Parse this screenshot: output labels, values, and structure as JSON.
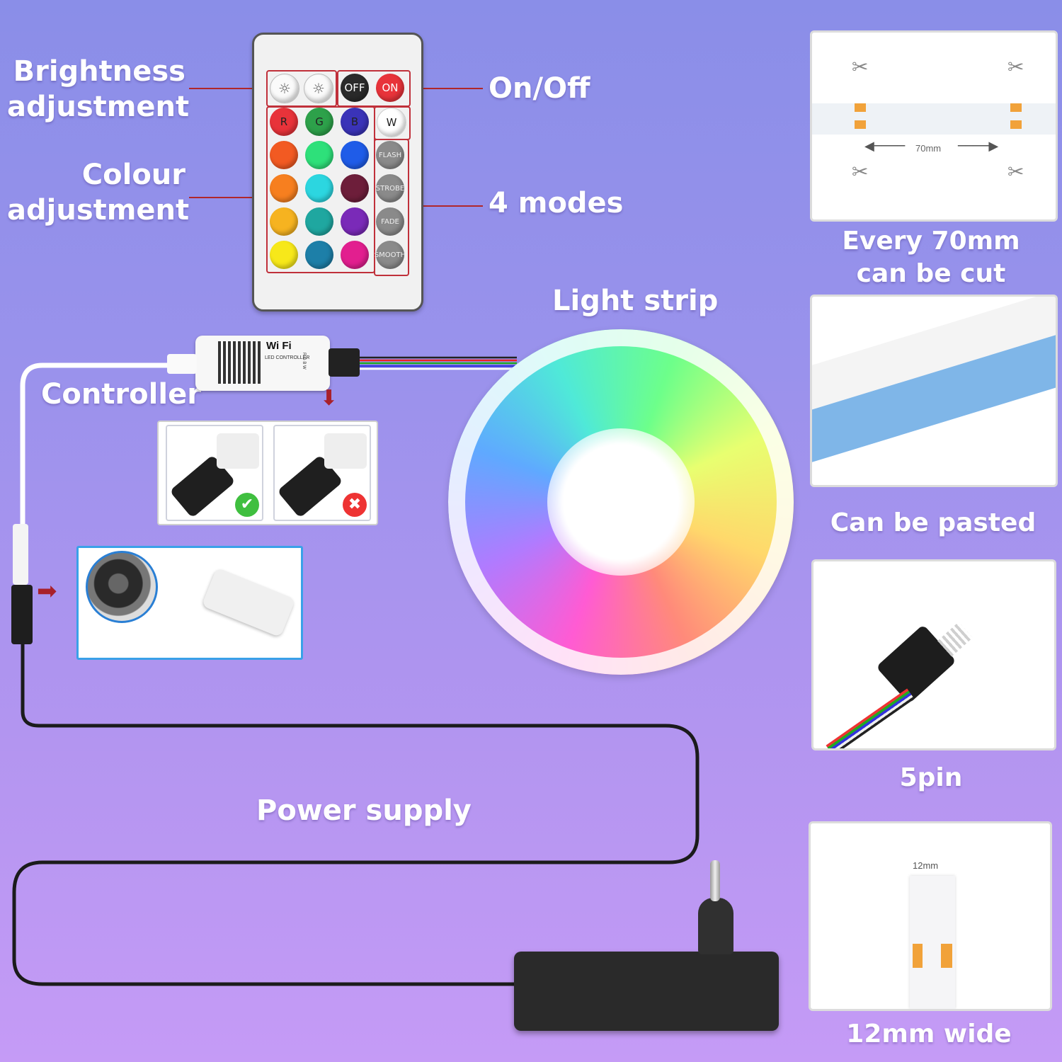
{
  "labels": {
    "brightness": "Brightness adjustment",
    "brightness_l1": "Brightness",
    "brightness_l2": "adjustment",
    "colour_l1": "Colour",
    "colour_l2": "adjustment",
    "on_off": "On/Off",
    "four_modes": "4 modes",
    "light_strip": "Light strip",
    "controller": "Controller",
    "power_supply": "Power supply"
  },
  "remote": {
    "off": "OFF",
    "on": "ON",
    "r": "R",
    "g": "G",
    "b": "B",
    "w": "W",
    "modes": [
      "FLASH",
      "STROBE",
      "FADE",
      "SMOOTH"
    ],
    "colors": {
      "row1": [
        "#e8333a",
        "#2da14a",
        "#3a33b8",
        "#ffffff"
      ],
      "row2": [
        "#f25a22",
        "#2ee07a",
        "#1f5ce8"
      ],
      "row3": [
        "#f77f1f",
        "#2cd6e0",
        "#6d1e3a"
      ],
      "row4": [
        "#f6b320",
        "#1fa7a0",
        "#7a2ab8"
      ],
      "row5": [
        "#f7e81a",
        "#1d7fa8",
        "#e21f8f"
      ]
    }
  },
  "controller": {
    "brand": "Wi Fi",
    "subtitle": "LED CONTROLLER",
    "pins": "R G B W"
  },
  "features": {
    "cut_label_l1": "Every 70mm",
    "cut_label_l2": "can be cut",
    "cut_measure": "70mm",
    "paste_label": "Can be pasted",
    "pin_label": "5pin",
    "width_label": "12mm wide",
    "width_measure": "12mm"
  }
}
